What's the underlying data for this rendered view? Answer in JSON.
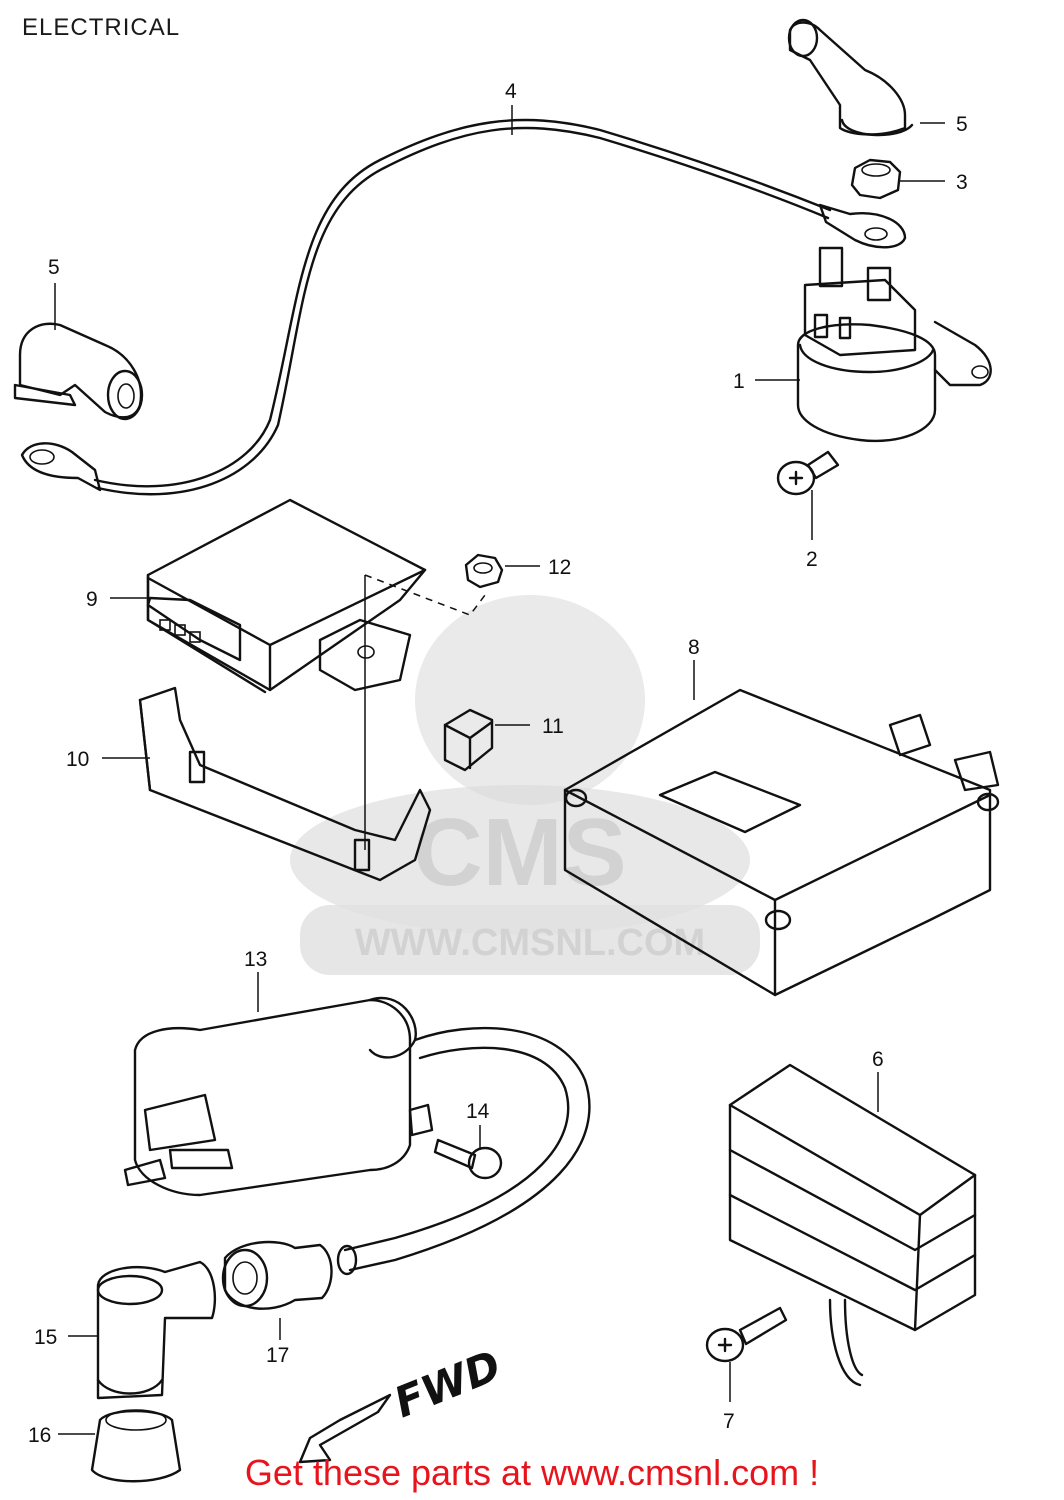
{
  "page": {
    "title": "ELECTRICAL",
    "footer": "Get these parts at www.cmsnl.com !",
    "footer_color": "#e8141c"
  },
  "watermark": {
    "logo_text": "CMS",
    "url_text": "WWW.CMSNL.COM",
    "color": "#d2d2d2"
  },
  "direction_label": "FWD",
  "callouts": [
    {
      "id": "c1",
      "label": "1"
    },
    {
      "id": "c2",
      "label": "2"
    },
    {
      "id": "c3",
      "label": "3"
    },
    {
      "id": "c4",
      "label": "4"
    },
    {
      "id": "c5a",
      "label": "5"
    },
    {
      "id": "c5b",
      "label": "5"
    },
    {
      "id": "c6",
      "label": "6"
    },
    {
      "id": "c7",
      "label": "7"
    },
    {
      "id": "c8",
      "label": "8"
    },
    {
      "id": "c9",
      "label": "9"
    },
    {
      "id": "c10",
      "label": "10"
    },
    {
      "id": "c11",
      "label": "11"
    },
    {
      "id": "c12",
      "label": "12"
    },
    {
      "id": "c13",
      "label": "13"
    },
    {
      "id": "c14",
      "label": "14"
    },
    {
      "id": "c15",
      "label": "15"
    },
    {
      "id": "c16",
      "label": "16"
    },
    {
      "id": "c17",
      "label": "17"
    }
  ]
}
